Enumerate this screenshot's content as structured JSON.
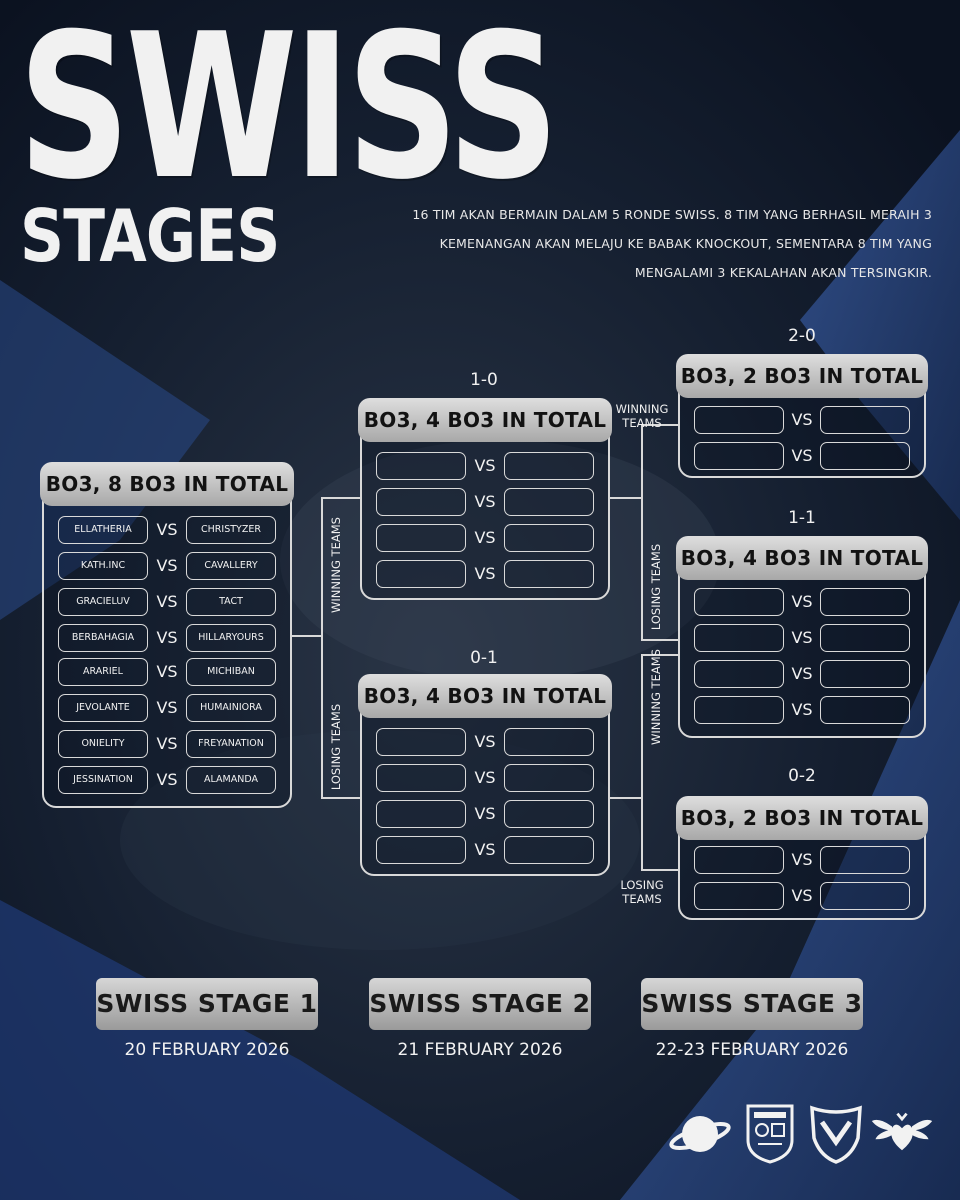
{
  "title": {
    "line1": "SWISS",
    "line2": "STAGES"
  },
  "description": "16 TIM AKAN BERMAIN DALAM 5 RONDE SWISS. 8 TIM YANG BERHASIL MERAIH 3 KEMENANGAN AKAN MELAJU KE BABAK KNOCKOUT, SEMENTARA 8 TIM YANG MENGALAMI 3 KEKALAHAN AKAN TERSINGKIR.",
  "round1": {
    "header": "BO3, 8 BO3 IN TOTAL",
    "matches": [
      {
        "team1": "ELLATHERIA",
        "vs": "VS",
        "team2": "CHRISTYZER"
      },
      {
        "team1": "KATH.INC",
        "vs": "VS",
        "team2": "CAVALLERY"
      },
      {
        "team1": "GRACIELUV",
        "vs": "VS",
        "team2": "TACT"
      },
      {
        "team1": "BERBAHAGIA",
        "vs": "VS",
        "team2": "HILLARYOURS"
      },
      {
        "team1": "ARARIEL",
        "vs": "VS",
        "team2": "MICHIBAN"
      },
      {
        "team1": "JEVOLANTE",
        "vs": "VS",
        "team2": "HUMAINIORA"
      },
      {
        "team1": "ONIELITY",
        "vs": "VS",
        "team2": "FREYANATION"
      },
      {
        "team1": "JESSINATION",
        "vs": "VS",
        "team2": "ALAMANDA"
      }
    ]
  },
  "round2_high": {
    "record": "1-0",
    "header": "BO3, 4 BO3 IN TOTAL",
    "vs": [
      "VS",
      "VS",
      "VS",
      "VS"
    ]
  },
  "round2_low": {
    "record": "0-1",
    "header": "BO3, 4 BO3 IN TOTAL",
    "vs": [
      "VS",
      "VS",
      "VS",
      "VS"
    ]
  },
  "round3_high": {
    "record": "2-0",
    "header": "BO3, 2 BO3 IN TOTAL",
    "vs": [
      "VS",
      "VS"
    ]
  },
  "round3_mid": {
    "record": "1-1",
    "header": "BO3, 4 BO3 IN TOTAL",
    "vs": [
      "VS",
      "VS",
      "VS",
      "VS"
    ]
  },
  "round3_low": {
    "record": "0-2",
    "header": "BO3, 2 BO3 IN TOTAL",
    "vs": [
      "VS",
      "VS"
    ]
  },
  "flow_labels": {
    "r1_winning": "WINNING TEAMS",
    "r1_losing": "LOSING TEAMS",
    "r2h_winning": "WINNING TEAMS",
    "r2h_losing": "LOSING TEAMS",
    "r2l_winning": "WINNING TEAMS",
    "r2l_losing": "LOSING TEAMS"
  },
  "schedule": [
    {
      "stage": "SWISS STAGE 1",
      "date": "20 FEBRUARY 2026"
    },
    {
      "stage": "SWISS STAGE 2",
      "date": "21 FEBRUARY 2026"
    },
    {
      "stage": "SWISS STAGE 3",
      "date": "22-23 FEBRUARY 2026"
    }
  ],
  "logos": [
    "planet-logo",
    "crest-shield-logo",
    "chevron-shield-logo",
    "winged-heart-logo"
  ],
  "colors": {
    "background": "#101a2a",
    "accent_blue": "#2b4a86",
    "badge_grey": "#b8b8b8"
  }
}
